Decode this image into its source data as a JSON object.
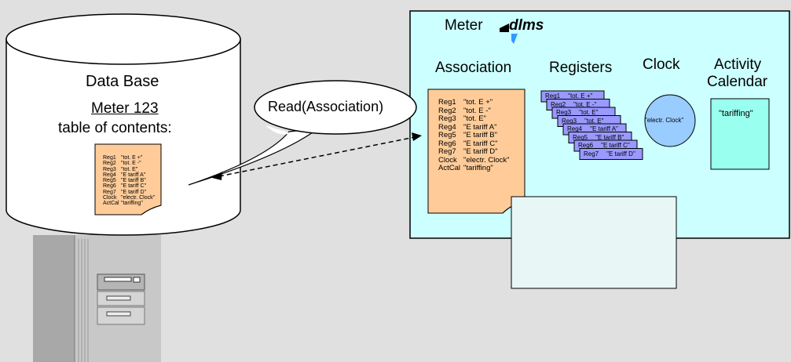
{
  "database": {
    "title": "Data Base",
    "meter_name": "Meter 123",
    "toc_label": "table of contents:",
    "entries": [
      {
        "key": "Reg1",
        "val": "\"tot. E +\""
      },
      {
        "key": "Reg2",
        "val": "\"tot. E -\""
      },
      {
        "key": "Reg3",
        "val": "\"tot. E\""
      },
      {
        "key": "Reg4",
        "val": "\"E tariff A\""
      },
      {
        "key": "Reg5",
        "val": "\"E tariff B\""
      },
      {
        "key": "Reg6",
        "val": "\"E tariff C\""
      },
      {
        "key": "Reg7",
        "val": "\"E tariff D\""
      },
      {
        "key": "Clock",
        "val": "\"electr. Clock\""
      },
      {
        "key": "ActCal",
        "val": "\"tariffing\""
      }
    ]
  },
  "callout": {
    "text": "Read(Association)"
  },
  "meter": {
    "title": "Meter",
    "logo_text": "dlms",
    "association_heading": "Association",
    "registers_heading": "Registers",
    "clock_heading": "Clock",
    "activity_heading_line1": "Activity",
    "activity_heading_line2": "Calendar",
    "association_entries": [
      {
        "key": "Reg1",
        "val": "\"tot. E +\""
      },
      {
        "key": "Reg2",
        "val": "\"tot. E -\""
      },
      {
        "key": "Reg3",
        "val": "\"tot. E\""
      },
      {
        "key": "Reg4",
        "val": "\"E tariff A\""
      },
      {
        "key": "Reg5",
        "val": "\"E tariff B\""
      },
      {
        "key": "Reg6",
        "val": "\"E tariff C\""
      },
      {
        "key": "Reg7",
        "val": "\"E tariff D\""
      },
      {
        "key": "Clock",
        "val": "\"electr. Clock\""
      },
      {
        "key": "ActCal",
        "val": "\"tariffing\""
      }
    ],
    "registers": [
      {
        "key": "Reg1",
        "val": "\"tot. E +\""
      },
      {
        "key": "Reg2",
        "val": "\"tot. E -\""
      },
      {
        "key": "Reg3",
        "val": "\"tot. E\""
      },
      {
        "key": "Reg3",
        "val": "\"tot. E\""
      },
      {
        "key": "Reg4",
        "val": "\"E tariff A\""
      },
      {
        "key": "Reg5",
        "val": "\"E tariff B\""
      },
      {
        "key": "Reg6",
        "val": "\"E tariff C\""
      },
      {
        "key": "Reg7",
        "val": "\"E tariff D\""
      }
    ],
    "clock_text": "\"electr. Clock\"",
    "activity_text": "\"tariffing\""
  },
  "colors": {
    "background": "#e0e0e0",
    "meter_box": "#ccffff",
    "orange_note": "#ffcc99",
    "register_card": "#9999ff",
    "clock_fill": "#99ccff",
    "calendar_fill": "#99ffee",
    "inner_box": "#e8f6f6"
  }
}
